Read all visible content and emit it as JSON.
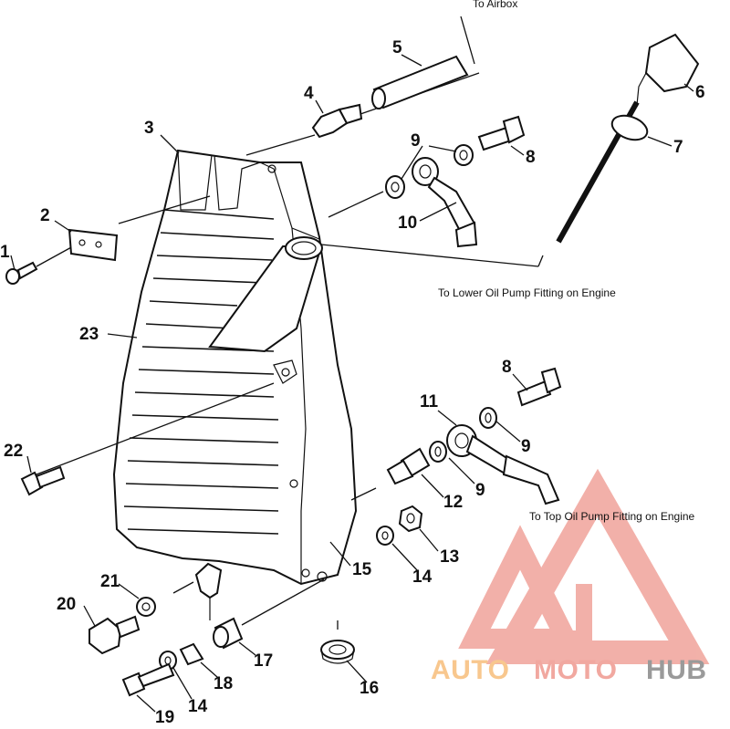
{
  "callouts": [
    "1",
    "2",
    "3",
    "4",
    "5",
    "6",
    "7",
    "8",
    "8",
    "9",
    "9",
    "9",
    "10",
    "11",
    "12",
    "13",
    "14",
    "14",
    "15",
    "16",
    "17",
    "18",
    "19",
    "20",
    "21",
    "22",
    "23"
  ],
  "notes": {
    "to_airbox": "To Airbox",
    "to_lower": "To Lower Oil Pump Fitting on Engine",
    "to_top": "To Top Oil Pump Fitting on Engine"
  },
  "watermark": {
    "part1": "AUTO",
    "part2": "MOTO",
    "part3": "HUB",
    "color_primary": "#f1a8a0",
    "color_secondary": "#f8c78e",
    "color_dark": "#9a9a9a"
  }
}
